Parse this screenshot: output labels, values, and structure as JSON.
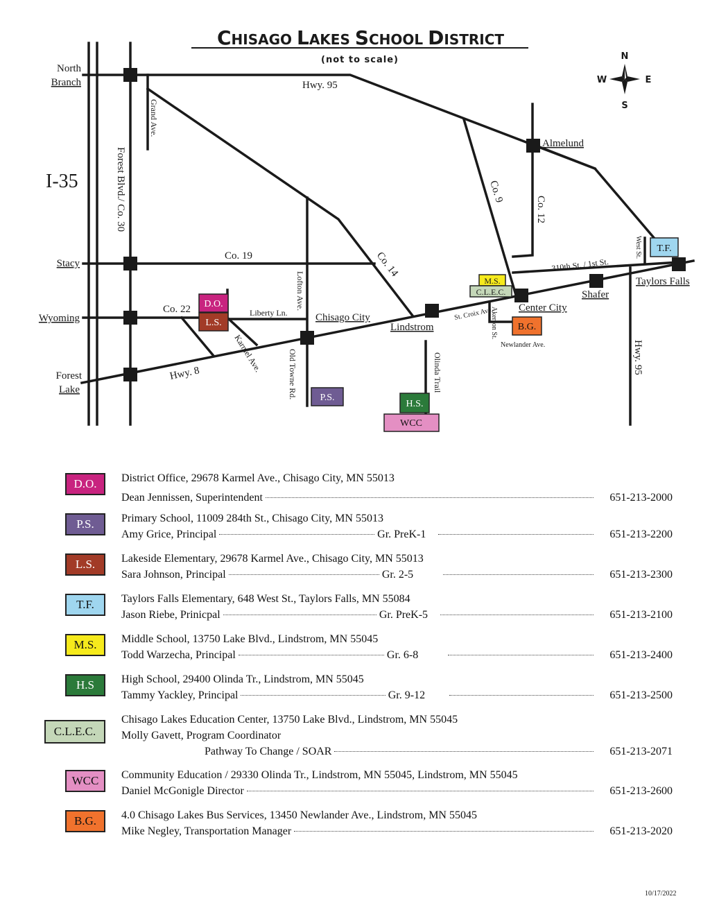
{
  "title": "Chisago Lakes School District",
  "subtitle": "(not to scale)",
  "compass": {
    "n": "N",
    "s": "S",
    "e": "E",
    "w": "W"
  },
  "towns": {
    "north_branch_1": "North",
    "north_branch_2": "Branch",
    "stacy": "Stacy",
    "wyoming": "Wyoming",
    "forest_lake_1": "Forest",
    "forest_lake_2": "Lake",
    "chisago_city": "Chisago City",
    "lindstrom": "Lindstrom",
    "center_city": "Center City",
    "shafer": "Shafer",
    "taylors_falls": "Taylors Falls",
    "almelund": "Almelund"
  },
  "roads": {
    "i35": "I-35",
    "hwy95_top": "Hwy. 95",
    "hwy95_right": "Hwy. 95",
    "hwy8": "Hwy. 8",
    "grand_ave": "Grand Ave.",
    "forest_blvd": "Forest Blvd./ Co. 30",
    "co19": "Co. 19",
    "co22": "Co. 22",
    "co14": "Co. 14",
    "co9": "Co. 9",
    "co12": "Co. 12",
    "liberty_ln": "Liberty Ln.",
    "lofton_ave": "Lofton Ave.",
    "old_towne_rd": "Old Towne Rd.",
    "karmel_ave": "Karmel Ave.",
    "olinda_trail": "Olinda Trail",
    "st_croix_ave": "St. Croix Ave.",
    "akerson_st": "Akerson St.",
    "newlander_ave": "Newlander Ave.",
    "st_310": "310th St. / 1st St.",
    "west_st": "West St."
  },
  "map_badges": {
    "do": "D.O.",
    "ls": "L.S.",
    "ps": "P.S.",
    "hs": "H.S.",
    "wcc": "WCC",
    "ms": "M.S.",
    "clec": "C.L.E.C.",
    "bg": "B.G.",
    "tf": "T.F."
  },
  "colors": {
    "do": "#c8237f",
    "ps": "#6f5c93",
    "ls": "#a23b27",
    "tf": "#9fd6ef",
    "ms": "#f6ea1c",
    "hs": "#2b7a3a",
    "clec": "#c4d7b8",
    "wcc": "#e48fc3",
    "bg": "#f0722d"
  },
  "legend": [
    {
      "badge": "D.O.",
      "color": "#c8237f",
      "text_color": "#ffffff",
      "line1": "District Office, 29678 Karmel Ave., Chisago City, MN 55013",
      "line2": "Dean Jennissen, Superintendent",
      "grade": "",
      "phone": "651-213-2000"
    },
    {
      "badge": "P.S.",
      "color": "#6f5c93",
      "text_color": "#ffffff",
      "line1": "Primary School, 11009 284th St., Chisago City, MN 55013",
      "line2": "Amy Grice, Principal",
      "grade": "Gr. PreK-1",
      "phone": "651-213-2200"
    },
    {
      "badge": "L.S.",
      "color": "#a23b27",
      "text_color": "#ffffff",
      "line1": "Lakeside Elementary, 29678 Karmel Ave., Chisago City, MN 55013",
      "line2": "Sara Johnson, Principal",
      "grade": "Gr. 2-5",
      "phone": "651-213-2300"
    },
    {
      "badge": "T.F.",
      "color": "#9fd6ef",
      "text_color": "#111111",
      "line1": "Taylors Falls Elementary, 648 West St., Taylors Falls, MN 55084",
      "line2": "Jason Riebe, Prinicpal",
      "grade": "Gr. PreK-5",
      "phone": "651-213-2100"
    },
    {
      "badge": "M.S.",
      "color": "#f6ea1c",
      "text_color": "#111111",
      "line1": "Middle School, 13750 Lake Blvd., Lindstrom, MN 55045",
      "line2": "Todd Warzecha, Principal",
      "grade": "Gr. 6-8",
      "phone": "651-213-2400"
    },
    {
      "badge": "H.S",
      "color": "#2b7a3a",
      "text_color": "#ffffff",
      "line1": "High School, 29400 Olinda Tr., Lindstrom, MN 55045",
      "line2": "Tammy Yackley, Principal",
      "grade": "Gr. 9-12",
      "phone": "651-213-2500"
    },
    {
      "badge": "C.L.E.C.",
      "color": "#c4d7b8",
      "text_color": "#111111",
      "line1": "Chisago Lakes Education Center, 13750 Lake Blvd., Lindstrom, MN 55045",
      "line2": "Molly Gavett, Program Coordinator",
      "line3": "Pathway To Change / SOAR",
      "grade": "",
      "phone": "651-213-2071"
    },
    {
      "badge": "WCC",
      "color": "#e48fc3",
      "text_color": "#111111",
      "line1": "Community Education / 29330 Olinda Tr., Lindstrom, MN 55045,  Lindstrom, MN 55045",
      "line2": "Daniel McGonigle Director",
      "grade": "",
      "phone": "651-213-2600"
    },
    {
      "badge": "B.G.",
      "color": "#f0722d",
      "text_color": "#111111",
      "line1": "4.0 Chisago Lakes Bus Services, 13450 Newlander Ave., Lindstrom, MN 55045",
      "line2": "Mike Negley, Transportation Manager",
      "grade": "",
      "phone": "651-213-2020"
    }
  ],
  "date": "10/17/2022"
}
